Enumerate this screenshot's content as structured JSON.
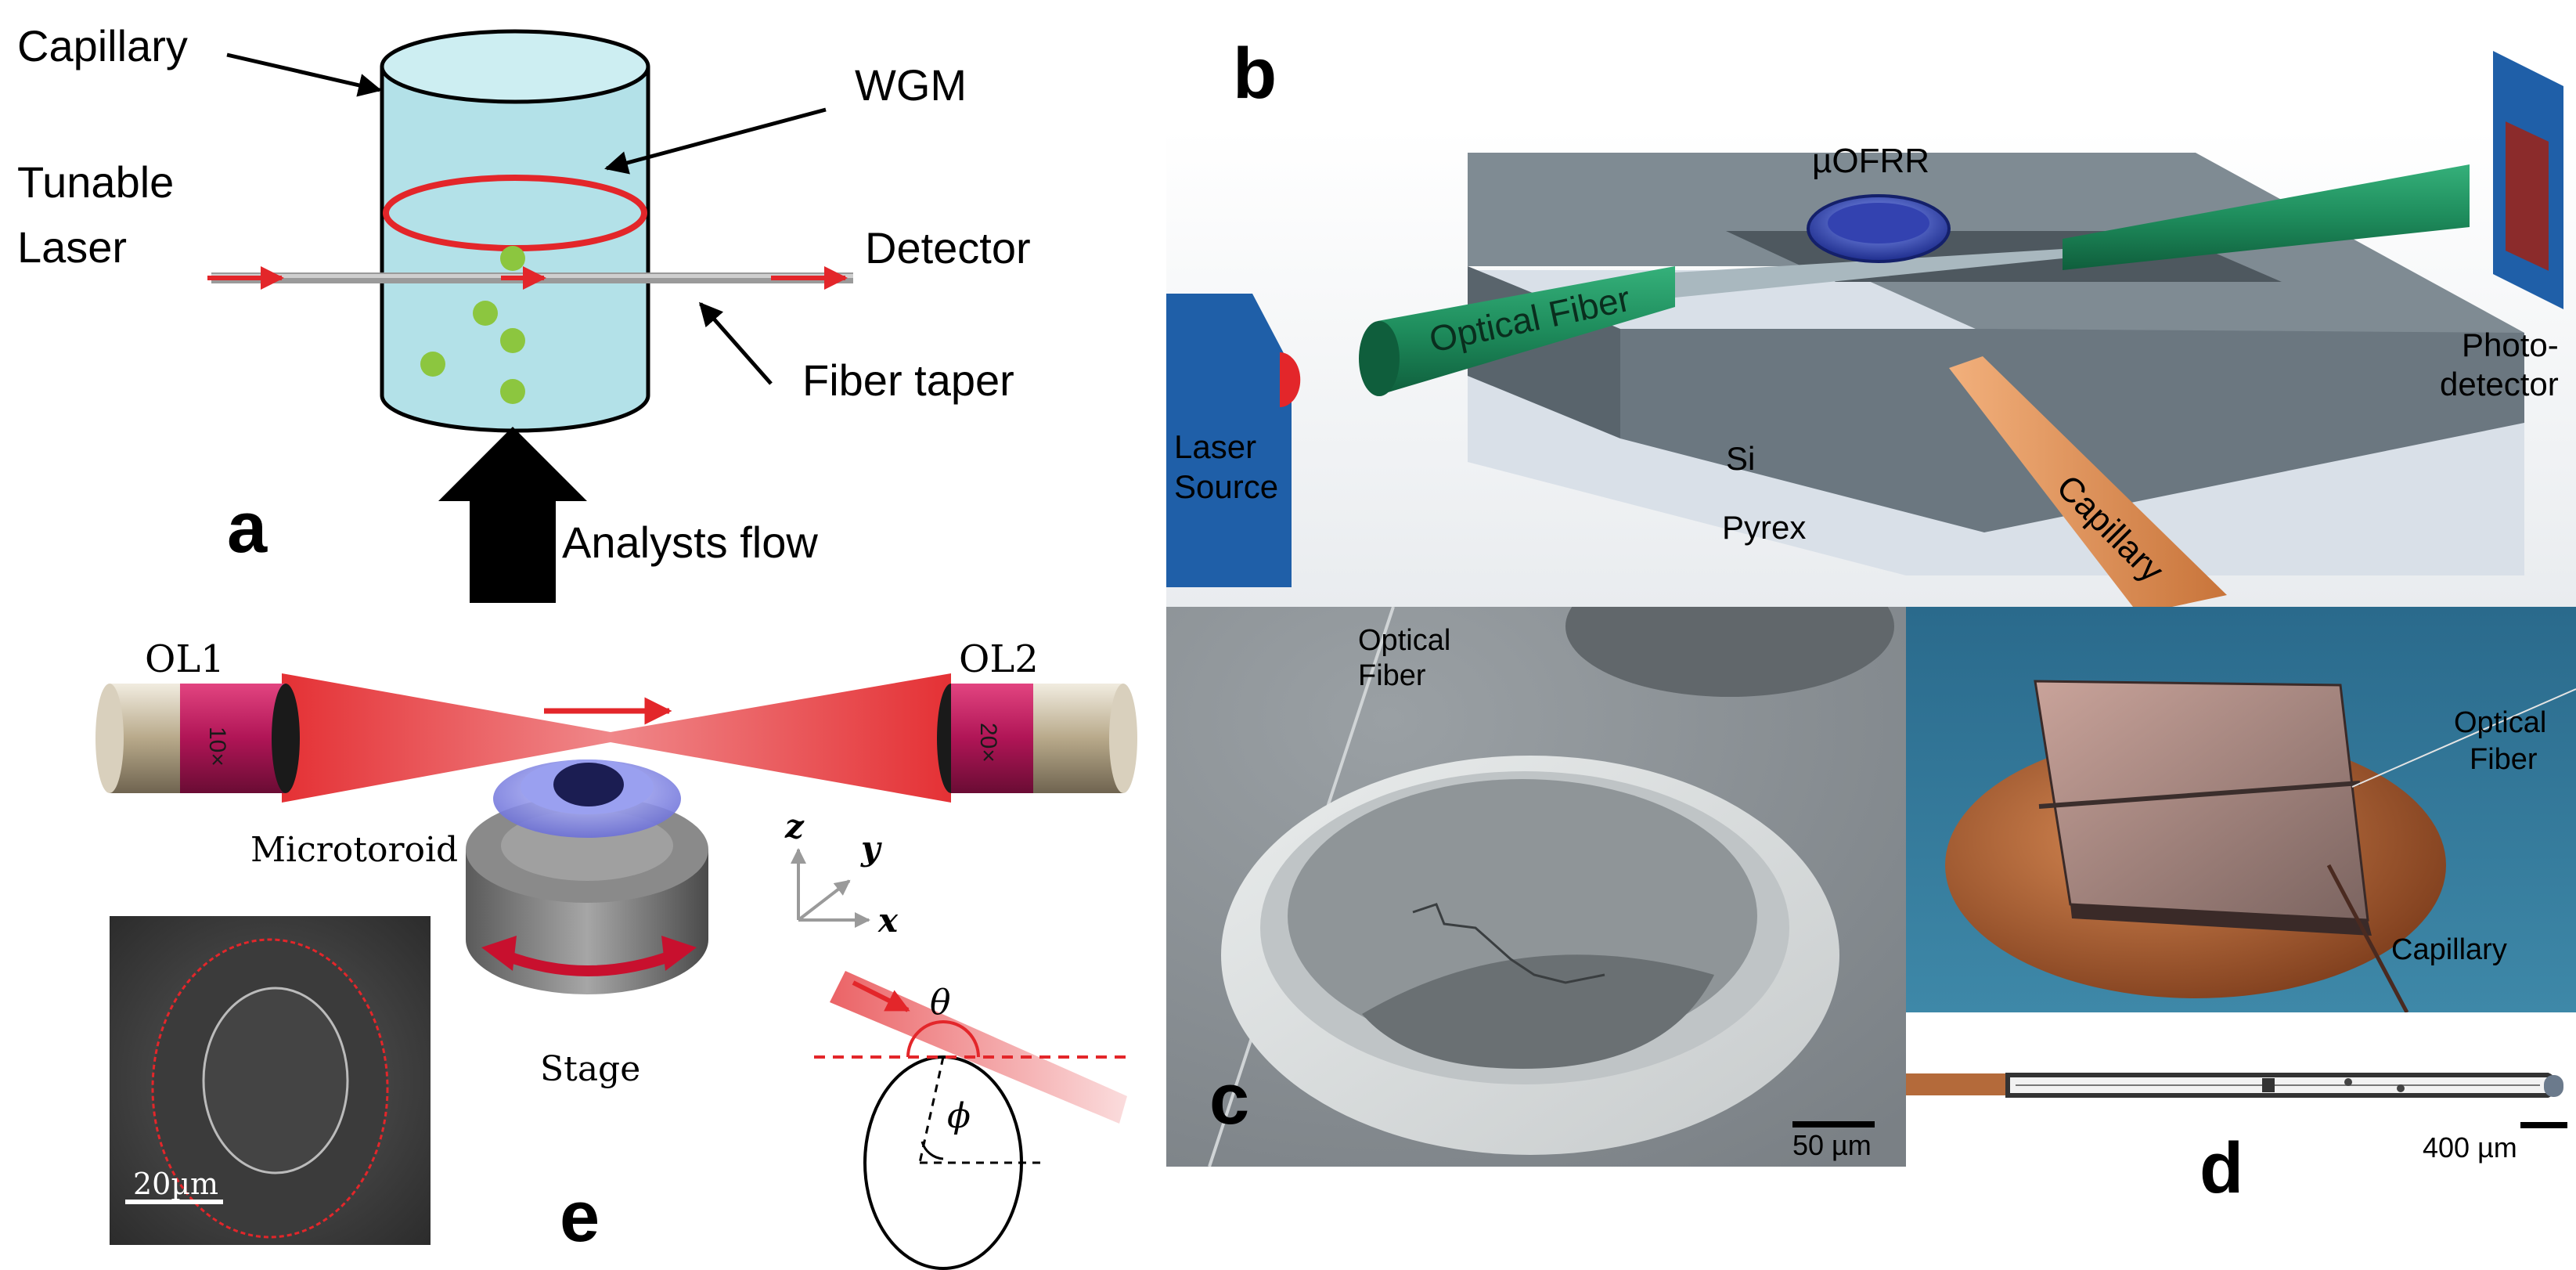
{
  "panel_a": {
    "letter": "a",
    "labels": {
      "capillary": "Capillary",
      "wgm": "WGM",
      "tunable": "Tunable",
      "laser": "Laser",
      "detector": "Detector",
      "fiber_taper": "Fiber taper",
      "analysts_flow": "Analysts flow"
    }
  },
  "panel_b": {
    "letter": "b",
    "labels": {
      "uofrr": "µOFRR",
      "optical_fiber": "Optical Fiber",
      "photo": "Photo-",
      "detector": "detector",
      "laser": "Laser",
      "source": "Source",
      "si": "Si",
      "pyrex": "Pyrex",
      "capillary": "Capillary"
    }
  },
  "panel_c": {
    "letter": "c",
    "labels": {
      "optical": "Optical",
      "fiber": "Fiber"
    },
    "scale_bar": "50 µm"
  },
  "panel_d": {
    "letter": "d",
    "labels": {
      "optical": "Optical",
      "fiber": "Fiber",
      "capillary": "Capillary"
    },
    "scale_bar": "400 µm"
  },
  "panel_e": {
    "letter": "e",
    "labels": {
      "ol1": "OL1",
      "ol2": "OL2",
      "obj1": "10×",
      "obj2": "20×",
      "microtoroid": "Microtoroid",
      "stage": "Stage",
      "z": "z",
      "y": "y",
      "x": "x",
      "theta": "θ",
      "phi": "ϕ"
    },
    "scale_bar": "20µm"
  },
  "colors": {
    "red": "#e3262a",
    "capillary_fill": "#b3e1e8",
    "green_dot": "#8cc63f",
    "fiber_green": "#1e8c5c",
    "chip_grey": "#6b7780",
    "capillary_orange": "#e0935a",
    "blue_box": "#1f5fa8",
    "objective_red": "#c2185b"
  }
}
